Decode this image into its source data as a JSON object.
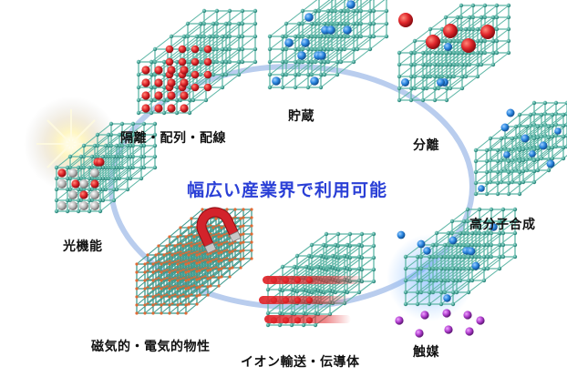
{
  "center_title": "幅広い産業界で利用可能",
  "labels": {
    "storage": "貯蔵",
    "separation": "分離",
    "polymer_synthesis": "高分子合成",
    "catalyst": "触媒",
    "ion_transport": "イオン輸送・伝導体",
    "magnetic_electric": "磁気的・電気的物性",
    "optical": "光機能",
    "isolation_arrangement": "隔離・配列・配線"
  },
  "colors": {
    "ring": "#b9cdee",
    "framework_node": "#2f9c8f",
    "framework_bond": "#5fb7a7",
    "guest_red": "#e0262b",
    "guest_blue": "#2b86e0",
    "guest_purple": "#b13fcf",
    "guest_gray": "#b9b9b9",
    "magnet_red": "#d3232b",
    "magnet_tip": "#c8c8c8",
    "title_blue": "#2a3fd6"
  },
  "icons": [
    "framework-cube",
    "magnet-icon",
    "light-burst-icon",
    "gas-molecule"
  ]
}
